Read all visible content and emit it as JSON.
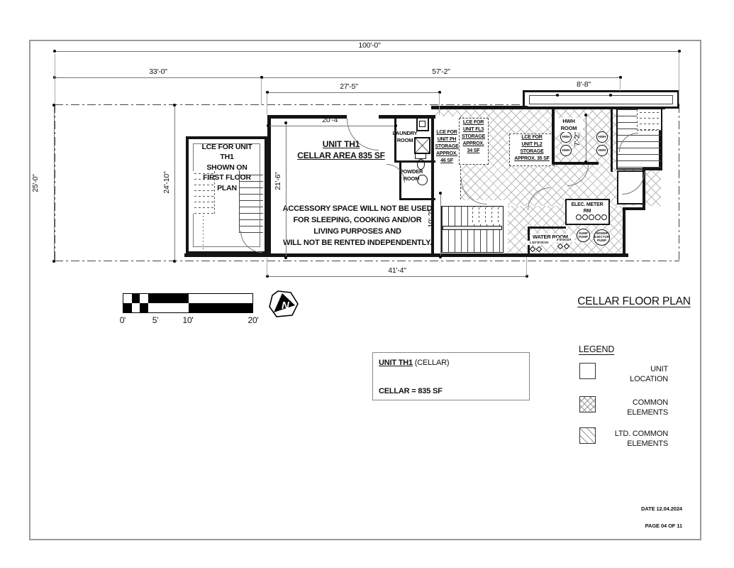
{
  "sheet": {
    "title": "CELLAR FLOOR PLAN",
    "date": "DATE 12.04.2024",
    "page": "PAGE 04 OF 11"
  },
  "dims": {
    "total_width": "100'-0\"",
    "left_width": "33'-0\"",
    "right_width": "57'-2\"",
    "unit_top": "27'-5\"",
    "areaway": "8'-8\"",
    "unit_inner_top": "20'-4\"",
    "unit_bottom": "41'-4\"",
    "site_depth": "25'-0\"",
    "yard_depth": "24'-10\"",
    "unit_depth": "21'-6\"",
    "stair_depth": "10'-2\"",
    "hwh_depth": "7'-2\""
  },
  "rooms": {
    "lce_th1": "LCE FOR UNIT\nTH1\nSHOWN ON\nFIRST FLOOR\nPLAN",
    "unit_heading": "UNIT TH1\nCELLAR AREA 835 SF",
    "accessory_note": "ACCESSORY SPACE WILL NOT BE USED\nFOR SLEEPING, COOKING AND/OR\nLIVING PURPOSES AND\nWILL NOT BE RENTED INDEPENDENTLY.",
    "laundry": "LAUNDRY\nROOM",
    "powder": "POWDER\nROOM",
    "lce_ph": "LCE FOR\nUNIT PH\nSTORAGE\nAPPROX.\n46 SF",
    "lce_fl3": "LCE FOR\nUNIT FL3\nSTORAGE\nAPPROX.\n34 SF",
    "lce_fl2": "LCE FOR\nUNIT FL2\nSTORAGE\nAPPROX. 35 SF",
    "hwh_room": "HWH\nROOM",
    "hwh_tag": "HWH",
    "elec_meter": "ELEC. METER\nRM",
    "water_room": "WATER ROOM",
    "sump_pump": "SUMP\nPUMP",
    "sewer_pump": "SEWER\nEJECTOR\nPUMP",
    "dcva": "1 1/2\"Ø DCVA",
    "dcda": "3\"Ø DCDA"
  },
  "scale": {
    "t0": "0'",
    "t5": "5'",
    "t10": "10'",
    "t20": "20'"
  },
  "north_label": "N",
  "legend": {
    "heading": "LEGEND",
    "unit_location": "UNIT\nLOCATION",
    "common": "COMMON\nELEMENTS",
    "ltd": "LTD. COMMON\nELEMENTS"
  },
  "info_box": {
    "unit": "UNIT TH1",
    "suffix": " (CELLAR)",
    "area": "CELLAR = 835 SF"
  }
}
